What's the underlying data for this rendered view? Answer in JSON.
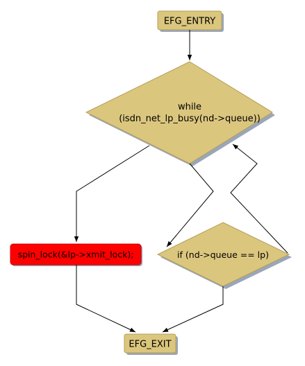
{
  "colors": {
    "node_fill": "#dbc67e",
    "node_stroke": "#b59e56",
    "shadow": "#9aa6b8",
    "error_fill": "#ff0000",
    "error_stroke": "#c80000",
    "edge": "#000000"
  },
  "nodes": {
    "entry": {
      "label": "EFG_ENTRY"
    },
    "while_cond": {
      "label_line1": "while",
      "label_line2": "(isdn_net_lp_busy(nd->queue))"
    },
    "spin_lock": {
      "label": "spin_lock(&lp->xmit_lock);"
    },
    "if_cond": {
      "label": "if (nd->queue == lp)"
    },
    "exit": {
      "label": "EFG_EXIT"
    }
  }
}
